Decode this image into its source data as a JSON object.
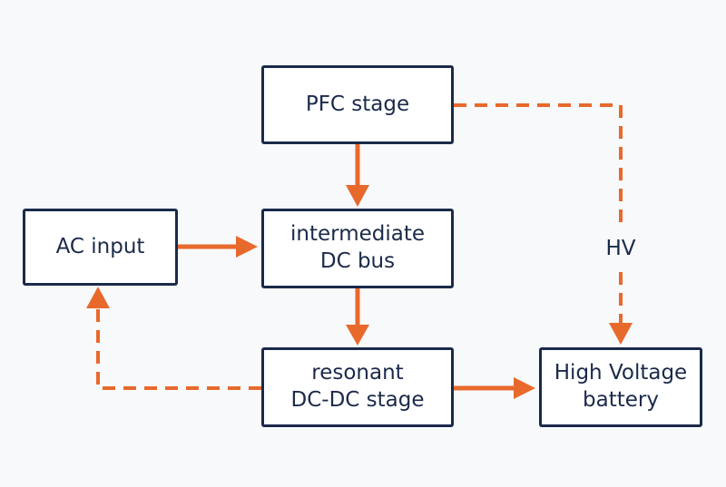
{
  "colors": {
    "box_border": "#1b2a4a",
    "box_fill": "#ffffff",
    "text": "#1b2a4a",
    "arrow": "#e8692c",
    "background": "#f7f9fb"
  },
  "nodes": {
    "pfc": "PFC stage",
    "ac": "AC input",
    "bus": "intermediate\nDC bus",
    "dcdc": "resonant\nDC-DC stage",
    "battery": "High Voltage\nbattery"
  },
  "edges": {
    "hv_label": "HV"
  }
}
